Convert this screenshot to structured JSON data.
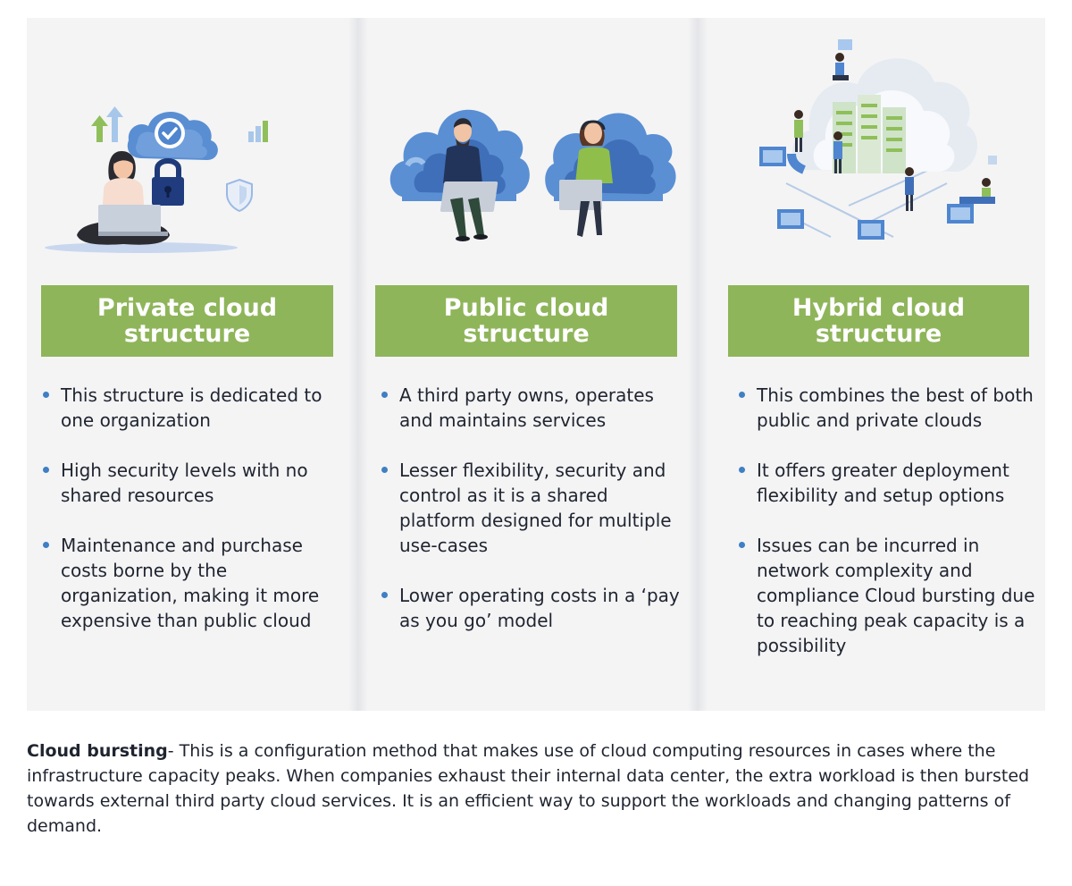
{
  "columns": [
    {
      "title": "Private cloud structure",
      "bullets": [
        "This structure is dedicated to one organization",
        "High security levels with no shared resources",
        "Maintenance and purchase costs borne by the organization, making it more expensive than public cloud"
      ]
    },
    {
      "title": "Public cloud structure",
      "bullets": [
        "A third party owns, operates and maintains services",
        "Lesser flexibility, security and control as it is a shared platform designed for multiple use-cases",
        "Lower operating costs in a ‘pay as you go’ model"
      ]
    },
    {
      "title": "Hybrid cloud structure",
      "bullets": [
        "This combines the best of both public and private clouds",
        "It offers greater deployment flexibility and setup options",
        "Issues can be incurred in network complexity and compliance Cloud bursting due to reaching peak capacity is a possibility"
      ]
    }
  ],
  "footer": {
    "term": "Cloud bursting",
    "text": "- This is a configuration method that makes use of cloud computing resources in cases where the infrastructure capacity peaks. When companies exhaust their internal data center, the extra workload is then bursted towards external third party cloud services. It is an efficient way to support the workloads and changing patterns of demand."
  },
  "colors": {
    "header_green": "#8fb55a",
    "bullet_blue": "#3f7fc4",
    "panel_bg": "#f4f4f5",
    "cloud_blue": "#4f86cf"
  }
}
